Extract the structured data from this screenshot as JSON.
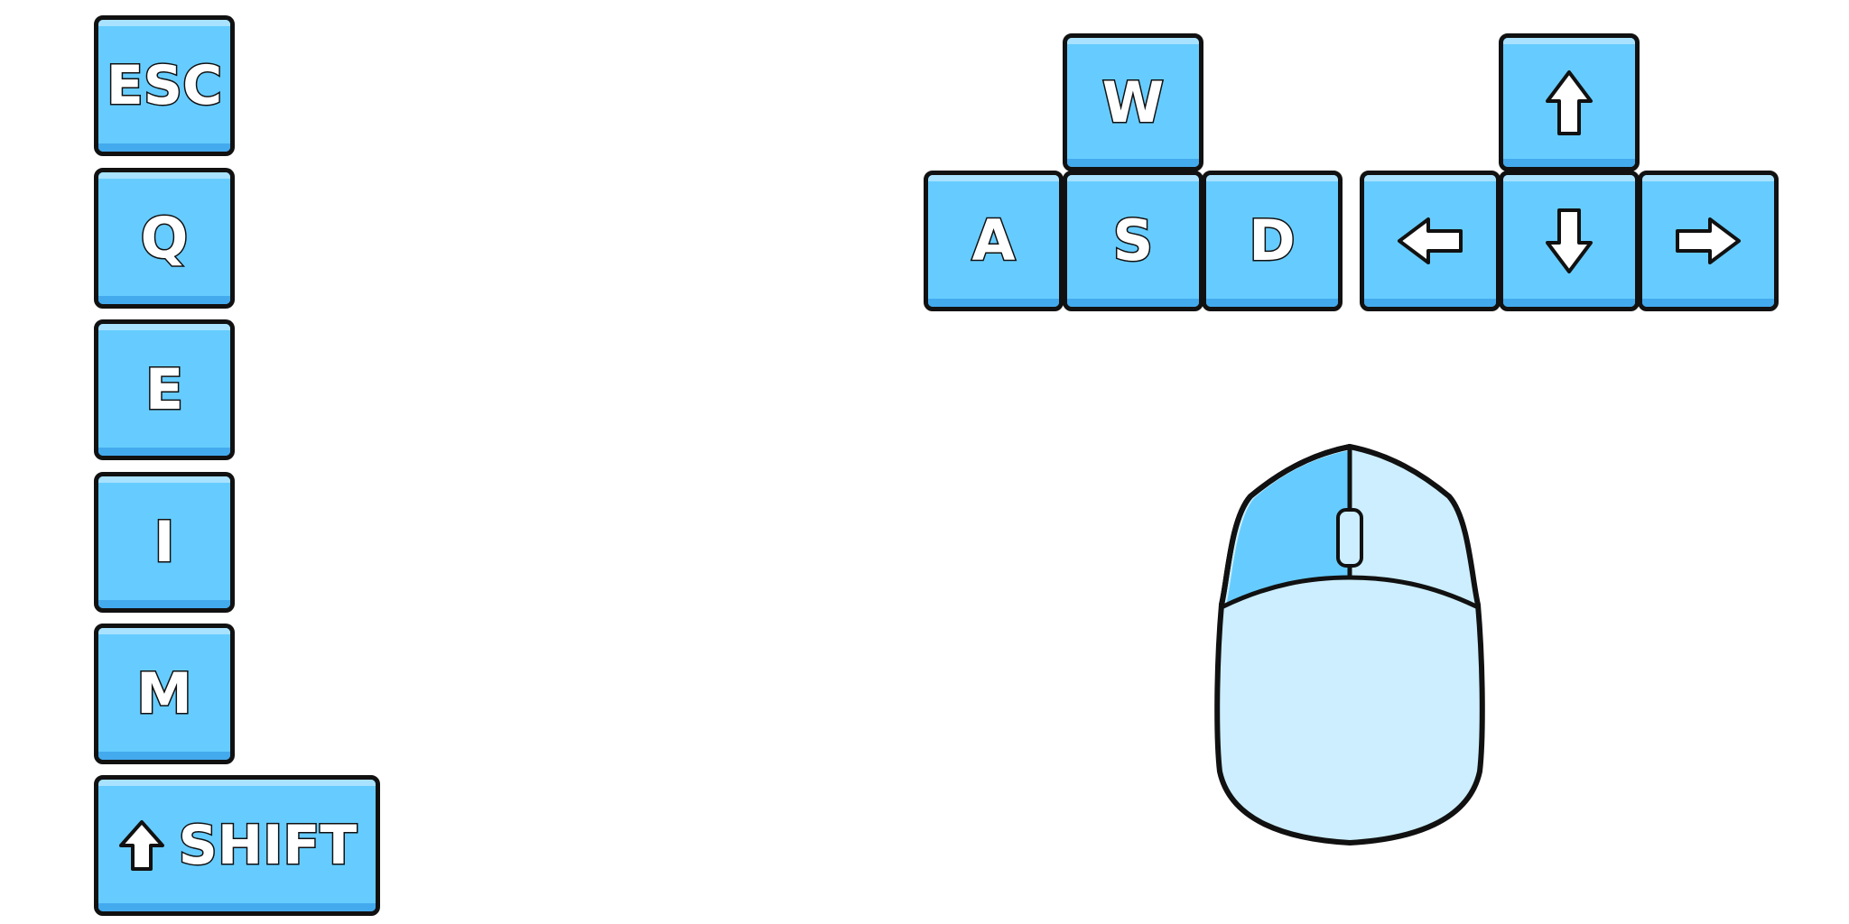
{
  "keys": {
    "esc": "ESC",
    "q": "Q",
    "e": "E",
    "i": "I",
    "m": "M",
    "shift": "SHIFT",
    "w": "W",
    "a": "A",
    "s": "S",
    "d": "D"
  },
  "icons": {
    "shift": "shift-up-arrow-icon",
    "arrow_up": "arrow-up-icon",
    "arrow_left": "arrow-left-icon",
    "arrow_down": "arrow-down-icon",
    "arrow_right": "arrow-right-icon",
    "mouse": "mouse-left-click-icon"
  },
  "colors": {
    "key_face": "#66ccff",
    "key_highlight": "#a8e2ff",
    "key_shadow": "#44aaee",
    "outline": "#111111",
    "mouse_body": "#cceeff",
    "mouse_left_button_active": "#66ccff"
  },
  "mouse": {
    "highlighted_button": "left"
  }
}
